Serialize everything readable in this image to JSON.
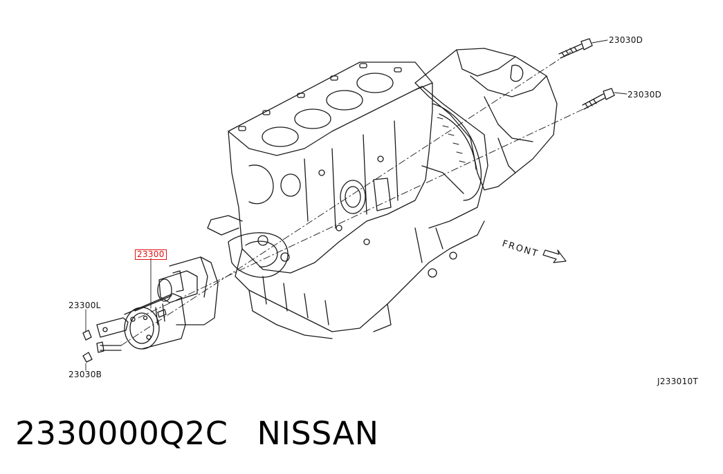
{
  "callouts": {
    "bolt_upper": "23030D",
    "bolt_middle": "23030D",
    "starter": "23300",
    "bracket": "23300L",
    "bolt_lower": "23030B"
  },
  "direction_label": "FRONT",
  "diagram_code": "J233010T",
  "caption": {
    "part_number": "2330000Q2C",
    "brand": "NISSAN"
  },
  "colors": {
    "line": "#1a1a1a",
    "highlight": "#e01010"
  }
}
